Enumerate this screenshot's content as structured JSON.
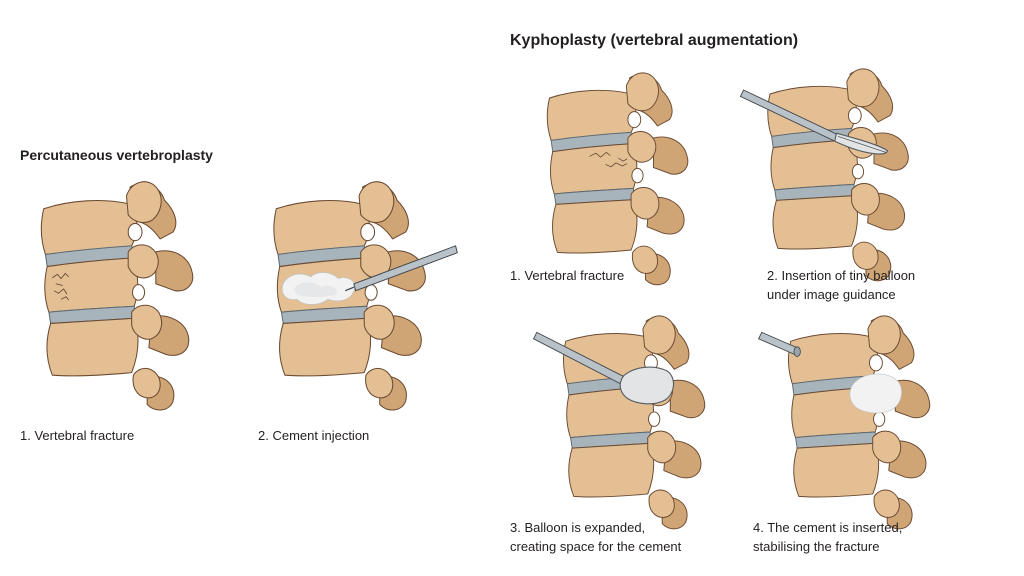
{
  "vertebroplasty": {
    "title": "Percutaneous vertebroplasty",
    "steps": [
      {
        "caption": "1. Vertebral fracture"
      },
      {
        "caption": "2. Cement injection"
      }
    ]
  },
  "kyphoplasty": {
    "title": "Kyphoplasty (vertebral augmentation)",
    "steps": [
      {
        "caption_lines": [
          "1. Vertebral fracture"
        ]
      },
      {
        "caption_lines": [
          "2. Insertion of tiny balloon",
          "under image guidance"
        ]
      },
      {
        "caption_lines": [
          "3. Balloon is expanded,",
          "creating space for the cement"
        ]
      },
      {
        "caption_lines": [
          "4. The cement is inserted,",
          "stabilising the fracture"
        ]
      }
    ]
  },
  "colors": {
    "bone": "#e3bf93",
    "bone_outline": "#6b4a32",
    "disc": "#a8b4bb",
    "instrument": "#b9c2c8",
    "cement": "#f2f2f2"
  }
}
